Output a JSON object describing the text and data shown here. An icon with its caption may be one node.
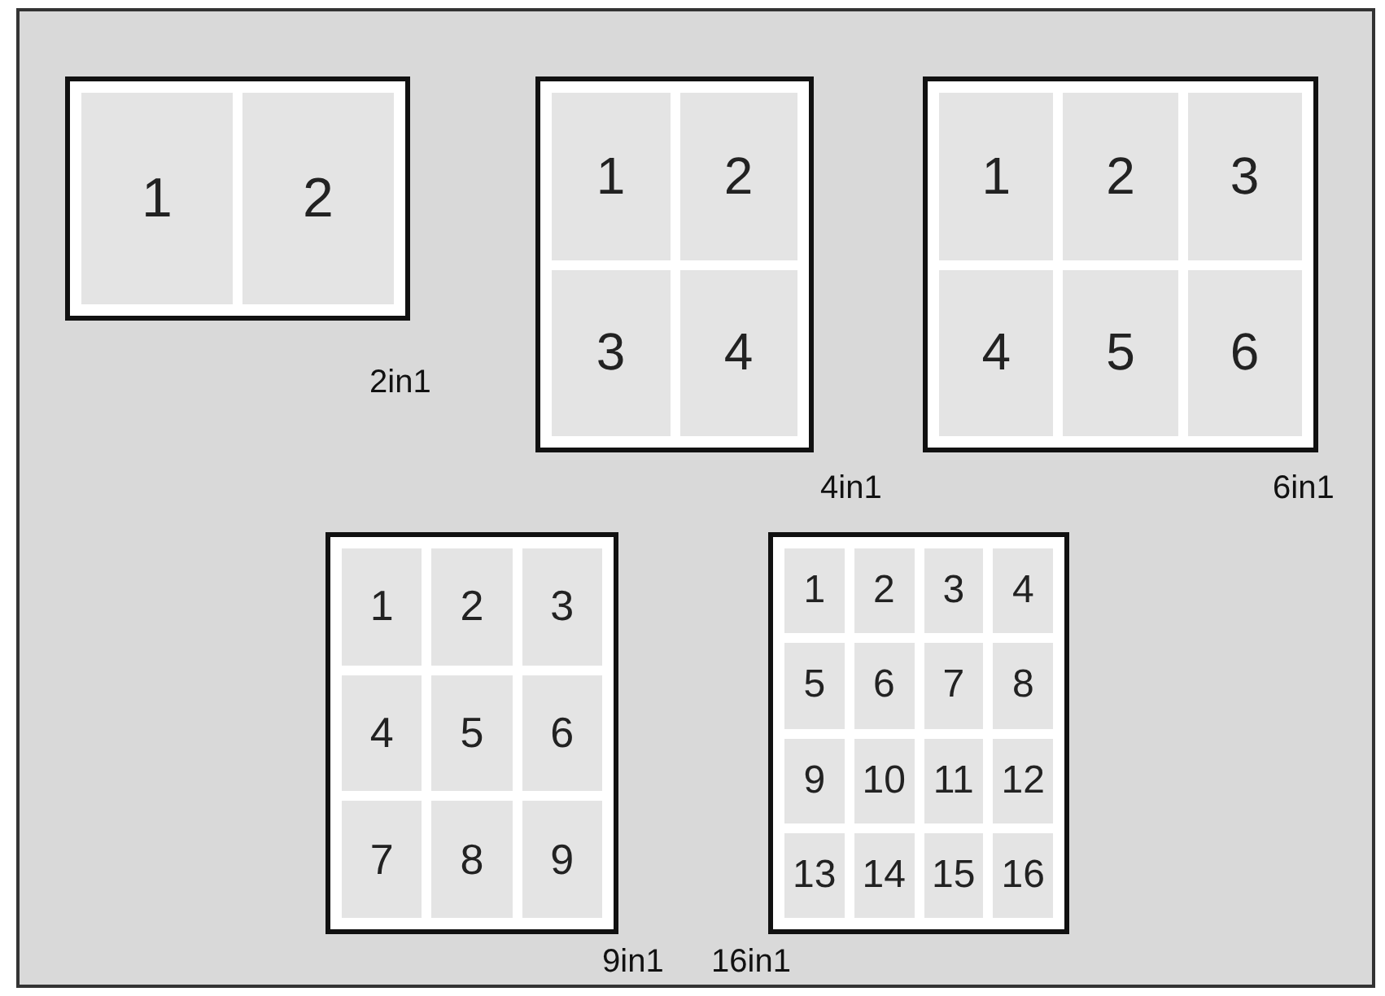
{
  "diagram": {
    "nodes": [
      {
        "text": [],
        "shape": "box",
        "beside": [
          "2in1"
        ]
      },
      {
        "text": [
          "1"
        ],
        "in": 0
      },
      {
        "text": [
          "2"
        ],
        "in": 0
      },
      {
        "text": [],
        "shape": "box",
        "beside": [
          "4in1"
        ]
      },
      {
        "text": [
          "1"
        ],
        "in": 3
      },
      {
        "text": [
          "2"
        ],
        "in": 3
      },
      {
        "text": [
          "3"
        ],
        "in": 3
      },
      {
        "text": [
          "4"
        ],
        "in": 3
      },
      {
        "text": [],
        "shape": "box",
        "beside": [
          "6in1"
        ]
      },
      {
        "text": [
          "1"
        ],
        "in": 8
      },
      {
        "text": [
          "2"
        ],
        "in": 8
      },
      {
        "text": [
          "3"
        ],
        "in": 8
      },
      {
        "text": [
          "4"
        ],
        "in": 8
      },
      {
        "text": [
          "5"
        ],
        "in": 8
      },
      {
        "text": [
          "6"
        ],
        "in": 8
      },
      {
        "text": [],
        "shape": "box",
        "beside": [
          "9in1"
        ]
      },
      {
        "text": [
          "1"
        ],
        "in": 15
      },
      {
        "text": [
          "2"
        ],
        "in": 15
      },
      {
        "text": [
          "3"
        ],
        "in": 15
      },
      {
        "text": [
          "4"
        ],
        "in": 15
      },
      {
        "text": [
          "5"
        ],
        "in": 15
      },
      {
        "text": [
          "6"
        ],
        "in": 15
      },
      {
        "text": [
          "7"
        ],
        "in": 15
      },
      {
        "text": [
          "8"
        ],
        "in": 15
      },
      {
        "text": [
          "9"
        ],
        "in": 15
      },
      {
        "text": [],
        "shape": "box",
        "beside": [
          "16in1"
        ]
      },
      {
        "text": [
          "1"
        ],
        "in": 25
      },
      {
        "text": [
          "2"
        ],
        "in": 25
      },
      {
        "text": [
          "3"
        ],
        "in": 25
      },
      {
        "text": [
          "4"
        ],
        "in": 25
      },
      {
        "text": [
          "5"
        ],
        "in": 25
      },
      {
        "text": [
          "6"
        ],
        "in": 25
      },
      {
        "text": [
          "7"
        ],
        "in": 25
      },
      {
        "text": [
          "8"
        ],
        "in": 25
      },
      {
        "text": [
          "9"
        ],
        "in": 25
      },
      {
        "text": [
          "10"
        ],
        "in": 25
      },
      {
        "text": [
          "11"
        ],
        "in": 25
      },
      {
        "text": [
          "12"
        ],
        "in": 25
      },
      {
        "text": [
          "13"
        ],
        "in": 25
      },
      {
        "text": [
          "14"
        ],
        "in": 25
      },
      {
        "text": [
          "15"
        ],
        "in": 25
      },
      {
        "text": [
          "16"
        ],
        "in": 25
      }
    ]
  }
}
